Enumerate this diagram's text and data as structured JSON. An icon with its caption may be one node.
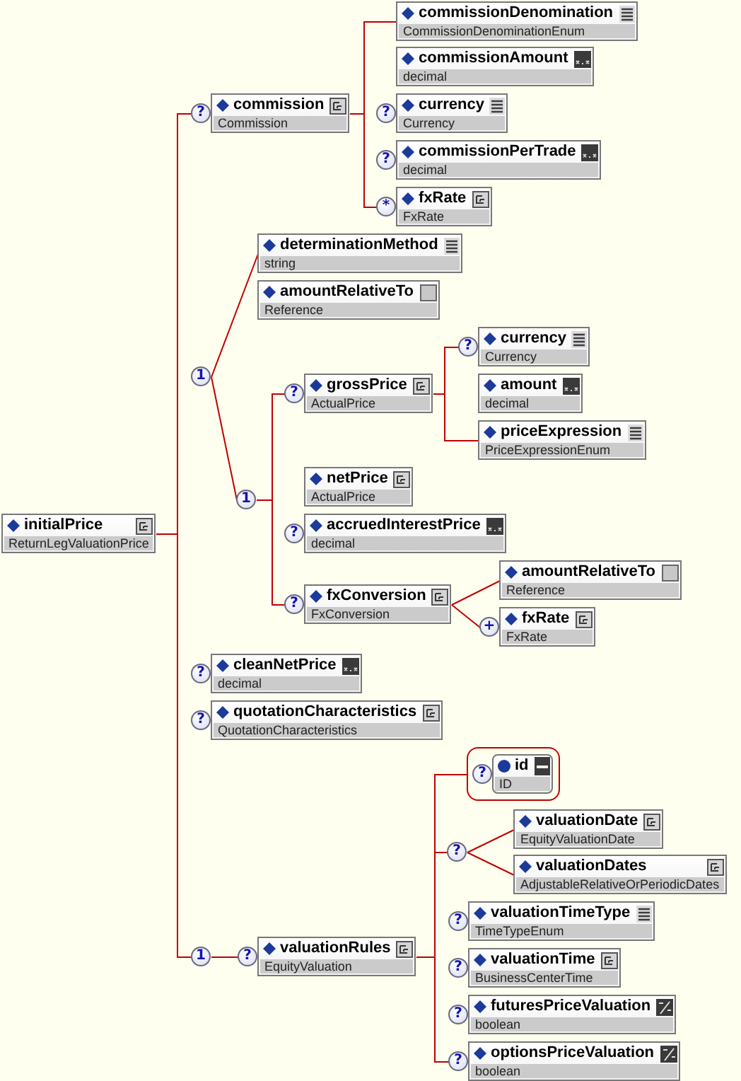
{
  "diagram": {
    "nodes": [
      {
        "text": [
          "initialPrice",
          "ReturnLegValuationPrice"
        ]
      },
      {
        "text": [
          "commission",
          "Commission"
        ],
        "beside": [
          "?"
        ]
      },
      {
        "text": [
          "commissionDenomination",
          "CommissionDenominationEnum"
        ]
      },
      {
        "text": [
          "commissionAmount",
          "decimal"
        ]
      },
      {
        "text": [
          "currency",
          "Currency"
        ],
        "beside": [
          "?"
        ]
      },
      {
        "text": [
          "commissionPerTrade",
          "decimal"
        ],
        "beside": [
          "?"
        ]
      },
      {
        "text": [
          "fxRate",
          "FxRate"
        ],
        "beside": [
          "*"
        ]
      },
      {
        "text": [
          "1"
        ]
      },
      {
        "text": [
          "determinationMethod",
          "string"
        ]
      },
      {
        "text": [
          "amountRelativeTo",
          "Reference"
        ]
      },
      {
        "text": [
          "1"
        ]
      },
      {
        "text": [
          "grossPrice",
          "ActualPrice"
        ],
        "beside": [
          "?"
        ]
      },
      {
        "text": [
          "currency",
          "Currency"
        ],
        "beside": [
          "?"
        ]
      },
      {
        "text": [
          "amount",
          "decimal"
        ]
      },
      {
        "text": [
          "priceExpression",
          "PriceExpressionEnum"
        ]
      },
      {
        "text": [
          "netPrice",
          "ActualPrice"
        ]
      },
      {
        "text": [
          "accruedInterestPrice",
          "decimal"
        ],
        "beside": [
          "?"
        ]
      },
      {
        "text": [
          "fxConversion",
          "FxConversion"
        ],
        "beside": [
          "?"
        ]
      },
      {
        "text": [
          "amountRelativeTo",
          "Reference"
        ]
      },
      {
        "text": [
          "fxRate",
          "FxRate"
        ],
        "beside": [
          "+"
        ]
      },
      {
        "text": [
          "cleanNetPrice",
          "decimal"
        ],
        "beside": [
          "?"
        ]
      },
      {
        "text": [
          "quotationCharacteristics",
          "QuotationCharacteristics"
        ],
        "beside": [
          "?"
        ]
      },
      {
        "text": [
          "1"
        ]
      },
      {
        "text": [
          "valuationRules",
          "EquityValuation"
        ],
        "beside": [
          "?"
        ]
      },
      {
        "text": [],
        "shape": "box"
      },
      {
        "text": [
          "id",
          "ID"
        ],
        "beside": [
          "?"
        ],
        "in": 24
      },
      {
        "text": [
          "?"
        ]
      },
      {
        "text": [
          "valuationDate",
          "EquityValuationDate"
        ]
      },
      {
        "text": [
          "valuationDates",
          "AdjustableRelativeOrPeriodicDates"
        ]
      },
      {
        "text": [
          "valuationTimeType",
          "TimeTypeEnum"
        ],
        "beside": [
          "?"
        ]
      },
      {
        "text": [
          "valuationTime",
          "BusinessCenterTime"
        ],
        "beside": [
          "?"
        ]
      },
      {
        "text": [
          "futuresPriceValuation",
          "boolean"
        ],
        "beside": [
          "?"
        ]
      },
      {
        "text": [
          "optionsPriceValuation",
          "boolean"
        ],
        "beside": [
          "?"
        ]
      }
    ],
    "edges": [
      {
        "from": 0,
        "to": 1,
        "arrow": "none"
      },
      {
        "from": 0,
        "to": 22,
        "arrow": "none"
      },
      {
        "from": 1,
        "to": 2,
        "arrow": "none"
      },
      {
        "from": 1,
        "to": 6,
        "arrow": "none"
      },
      {
        "from": 7,
        "to": 8,
        "arrow": "none"
      },
      {
        "from": 7,
        "to": 10,
        "arrow": "none"
      },
      {
        "from": 10,
        "to": 11,
        "arrow": "none"
      },
      {
        "from": 10,
        "to": 17,
        "arrow": "none"
      },
      {
        "from": 11,
        "to": 12,
        "arrow": "none"
      },
      {
        "from": 11,
        "to": 14,
        "arrow": "none"
      },
      {
        "from": 17,
        "to": 18,
        "arrow": "none"
      },
      {
        "from": 17,
        "to": 19,
        "arrow": "none"
      },
      {
        "from": 22,
        "to": 23,
        "arrow": "none"
      },
      {
        "from": 23,
        "to": 24,
        "arrow": "none"
      },
      {
        "from": 23,
        "to": 26,
        "arrow": "none"
      },
      {
        "from": 23,
        "to": 32,
        "arrow": "none"
      },
      {
        "from": 26,
        "to": 27,
        "arrow": "none"
      },
      {
        "from": 26,
        "to": 28,
        "arrow": "none"
      }
    ]
  }
}
